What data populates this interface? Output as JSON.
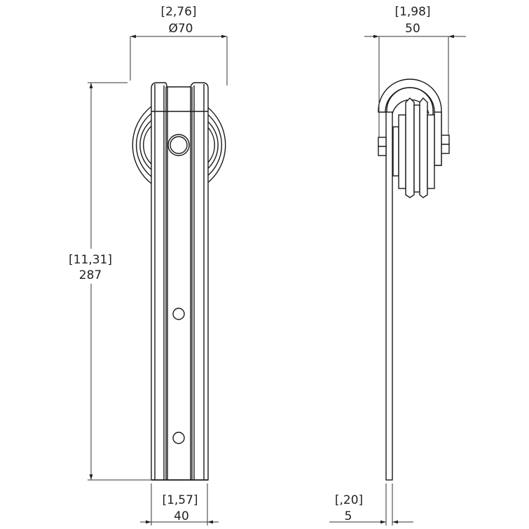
{
  "drawing": {
    "title": "Sliding door roller hanger - technical dimension drawing",
    "units": {
      "primary": "mm",
      "secondary_bracketed": "in"
    },
    "colors": {
      "line": "#1a1a1a",
      "dim_line": "#333333",
      "background": "#ffffff"
    }
  },
  "front_view": {
    "dimensions": {
      "wheel_diameter": {
        "inch": "[2,76]",
        "mm": "Ø70"
      },
      "total_height": {
        "inch": "[11,31]",
        "mm": "287"
      },
      "strap_width": {
        "inch": "[1,57]",
        "mm": "40"
      }
    },
    "features": [
      "wheel",
      "axle-nut",
      "mounting-hole-upper",
      "mounting-hole-lower"
    ]
  },
  "side_view": {
    "dimensions": {
      "overall_width": {
        "inch": "[1,98]",
        "mm": "50"
      },
      "strap_thickness": {
        "inch": "[,20]",
        "mm": "5"
      }
    },
    "features": [
      "u-bracket",
      "grooved-wheel",
      "axle-bolt-left",
      "axle-bolt-right",
      "strap"
    ]
  }
}
